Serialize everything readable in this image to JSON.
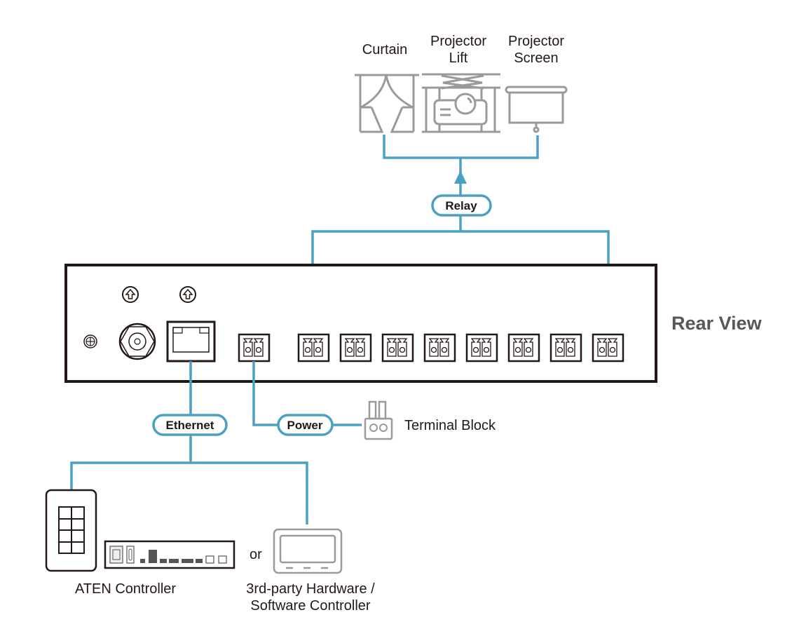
{
  "devices_top": {
    "curtain": "Curtain",
    "projector_lift": [
      "Projector",
      "Lift"
    ],
    "projector_screen": [
      "Projector",
      "Screen"
    ]
  },
  "connections": {
    "relay": "Relay",
    "ethernet": "Ethernet",
    "power": "Power"
  },
  "rear_view_label": "Rear View",
  "terminal_block_label": "Terminal Block",
  "or_label": "or",
  "aten_controller_label": "ATEN Controller",
  "third_party_label": [
    "3rd-party Hardware /",
    "Software Controller"
  ],
  "relay_port_count": 8,
  "colors": {
    "wire": "#4ca0c2",
    "device_outline": "#9a9a9a",
    "hardware_outline": "#231815",
    "rear_view_text": "#595757"
  }
}
